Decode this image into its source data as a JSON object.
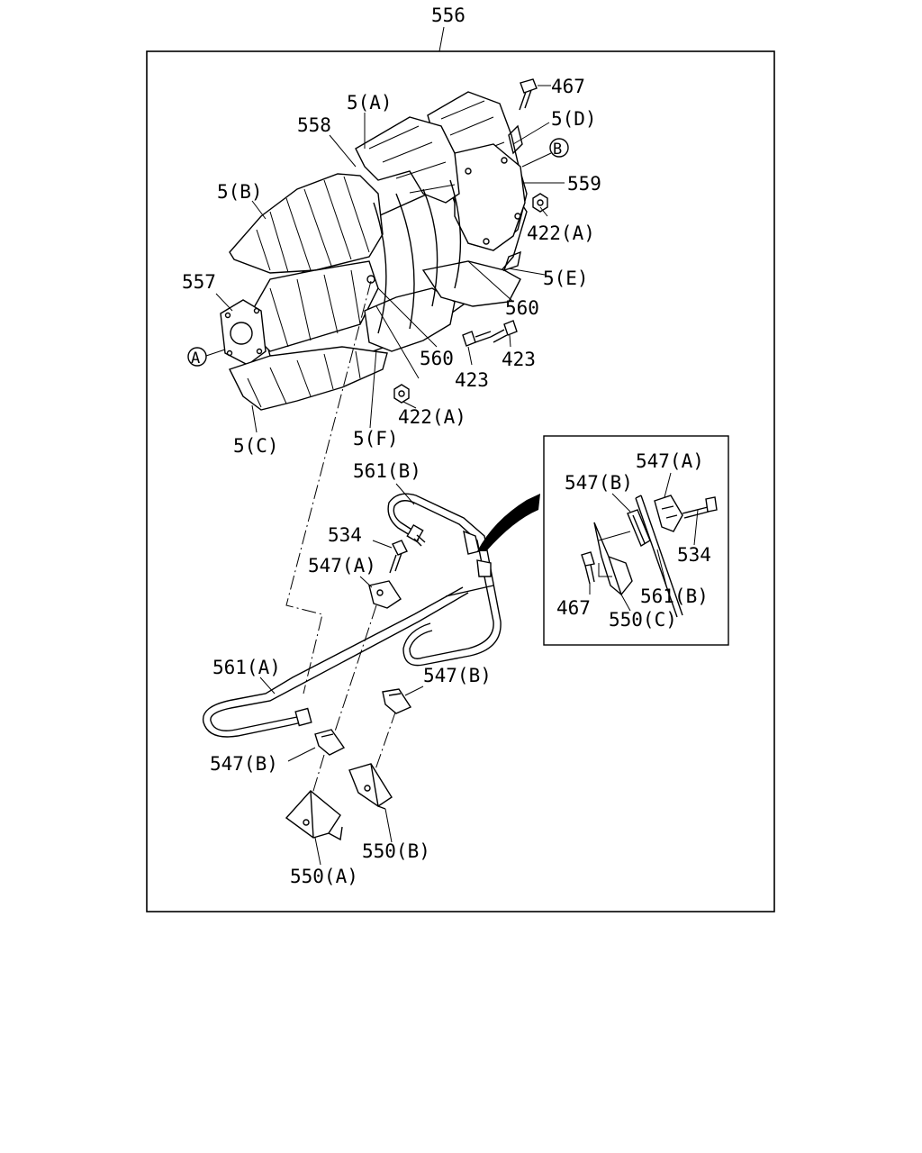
{
  "assembly_label": "556",
  "callouts": {
    "p467_top": "467",
    "p5A": "5(A)",
    "p5D": "5(D)",
    "circB": "B",
    "p558": "558",
    "p559": "559",
    "p5B": "5(B)",
    "p422A_top": "422(A)",
    "p557": "557",
    "p5E": "5(E)",
    "circA": "A",
    "p560_right": "560",
    "p560_mid": "560",
    "p423_a": "423",
    "p423_b": "423",
    "p422A_bottom": "422(A)",
    "p5C": "5(C)",
    "p5F": "5(F)",
    "p561B_top": "561(B)",
    "p534": "534",
    "p547A": "547(A)",
    "p561A": "561(A)",
    "p547B_right": "547(B)",
    "p547B_left": "547(B)",
    "p550B": "550(B)",
    "p550A": "550(A)"
  },
  "detail_callouts": {
    "d547A": "547(A)",
    "d547B": "547(B)",
    "d534": "534",
    "d467": "467",
    "d561B": "561(B)",
    "d550C": "550(C)"
  }
}
